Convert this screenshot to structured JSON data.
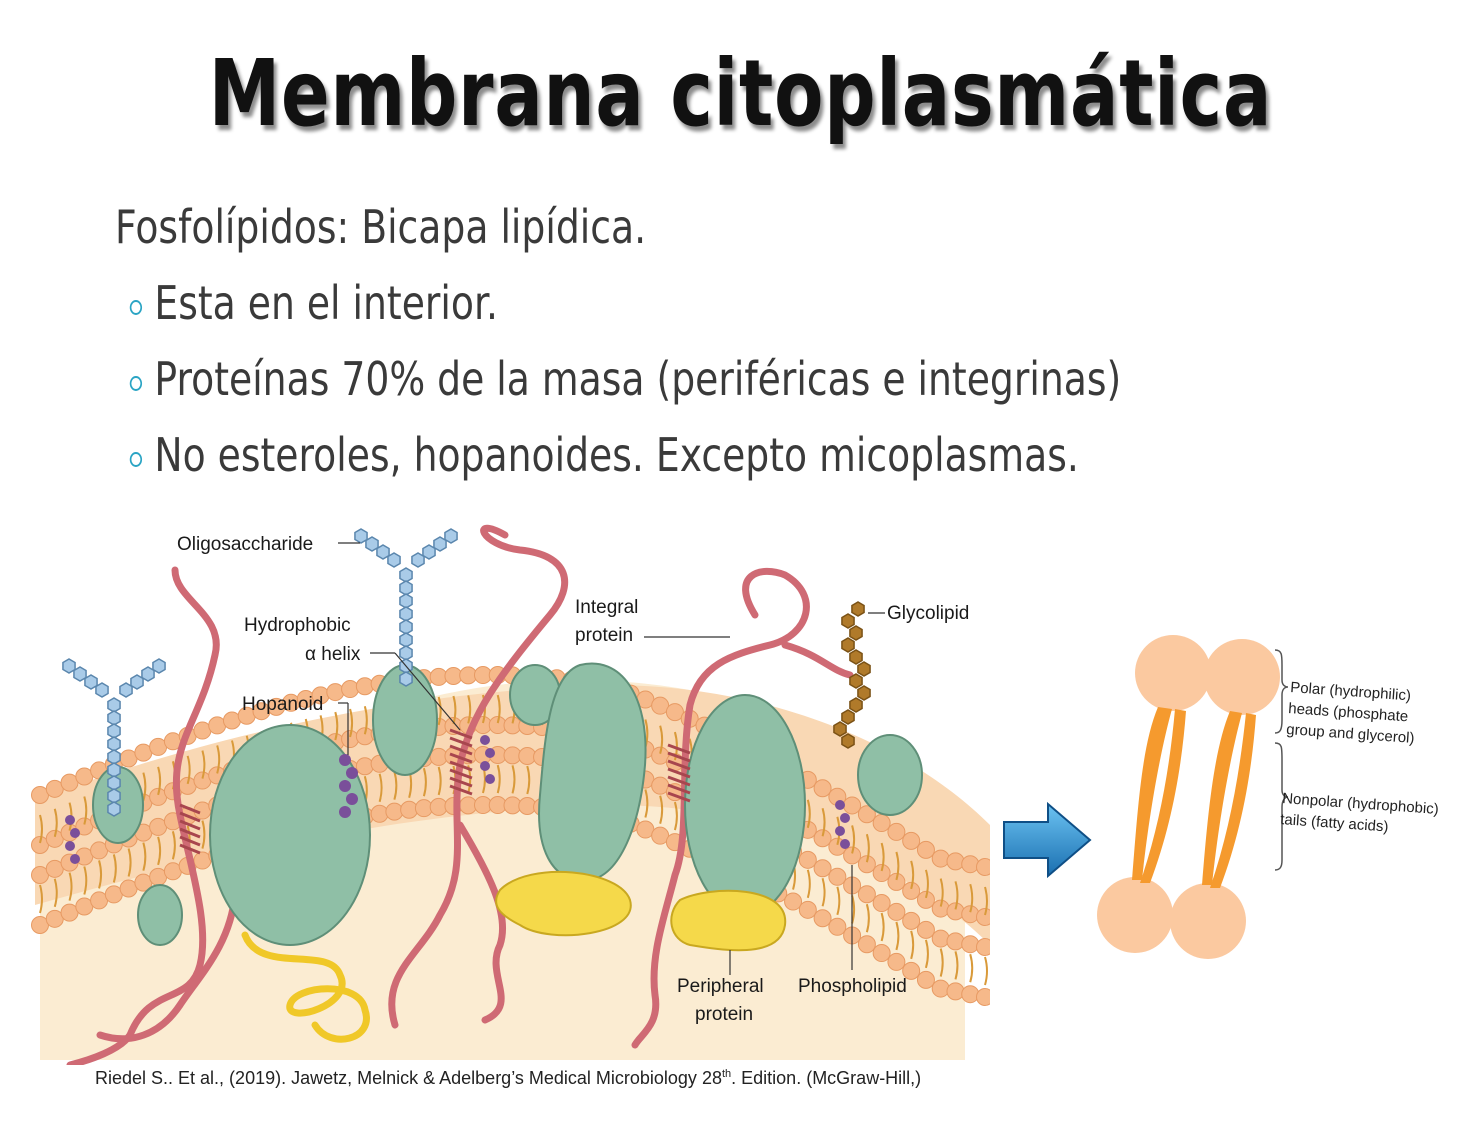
{
  "title": "Membrana citoplasmática",
  "bullets": {
    "main": "Fosfolípidos: Bicapa lipídica.",
    "sub": [
      "Esta en el interior.",
      "Proteínas 70% de la masa (periféricas e integrinas)",
      "No esteroles, hopanoides. Excepto micoplasmas."
    ]
  },
  "diagram": {
    "labels": {
      "oligosaccharide": "Oligosaccharide",
      "hydrophobic": "Hydrophobic",
      "alpha_helix": "α helix",
      "hopanoid": "Hopanoid",
      "integral": "Integral",
      "protein": "protein",
      "glycolipid": "Glycolipid",
      "peripheral": "Peripheral",
      "peripheral_protein": "protein",
      "phospholipid": "Phospholipid"
    }
  },
  "lipid_panel": {
    "polar_1": "Polar (hydrophilic)",
    "polar_2": "heads (phosphate",
    "polar_3": "group and glycerol)",
    "nonpolar_1": "Nonpolar (hydrophobic)",
    "nonpolar_2": "tails (fatty acids)"
  },
  "citation": {
    "pre": "Riedel S..  Et al., (2019). Jawetz, Melnick & Adelberg’s Medical Microbiology 28",
    "sup": "th",
    "post": ". Edition. (McGraw-Hill,)"
  },
  "colors": {
    "protein": "#8fbfa6",
    "head": "#f6b98a",
    "tail": "#d99a3a",
    "chain": "#cf6a74",
    "peripheral": "#f5d94a",
    "hopanoid": "#7a4f9a",
    "sugar": "#a9cbe8",
    "glyco": "#b07a2a",
    "arrow": "#2d8fd0"
  }
}
